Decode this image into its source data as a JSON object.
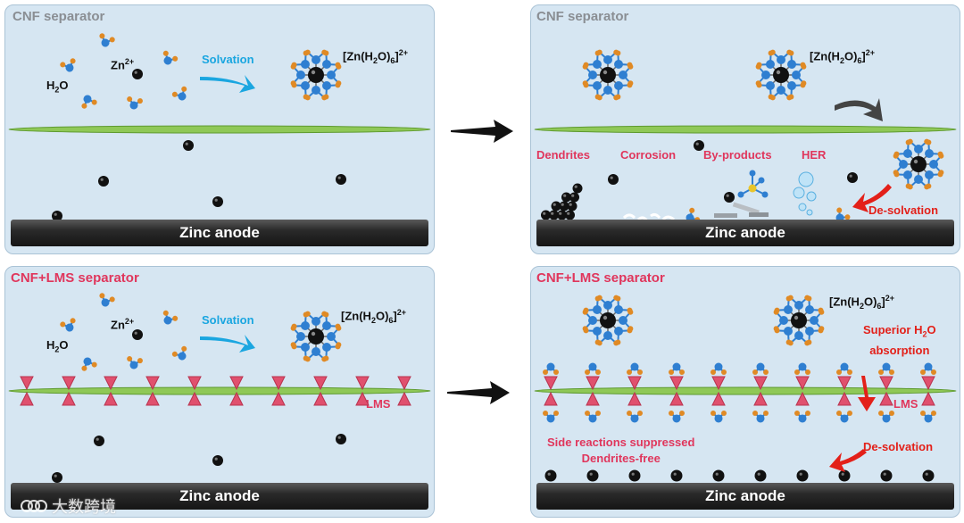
{
  "panels": {
    "top_left": {
      "title": "CNF separator",
      "ion": "Zn",
      "ion_charge": "2+",
      "water": "H",
      "water_sub": "2",
      "water_end": "O",
      "solvation": "Solvation",
      "complex": "[Zn(H",
      "complex_sub": "2",
      "complex_mid": "O)",
      "complex_sub2": "6",
      "complex_end": "]",
      "complex_charge": "2+",
      "anode": "Zinc anode"
    },
    "top_right": {
      "title": "CNF separator",
      "complex": "[Zn(H",
      "complex_sub": "2",
      "complex_mid": "O)",
      "complex_sub2": "6",
      "complex_end": "]",
      "complex_charge": "2+",
      "dendrites": "Dendrites",
      "corrosion": "Corrosion",
      "byproducts": "By-products",
      "her": "HER",
      "desolvation": "De-solvation",
      "anode": "Zinc anode"
    },
    "bottom_left": {
      "title": "CNF+LMS separator",
      "ion": "Zn",
      "ion_charge": "2+",
      "water": "H",
      "water_sub": "2",
      "water_end": "O",
      "solvation": "Solvation",
      "complex": "[Zn(H",
      "complex_sub": "2",
      "complex_mid": "O)",
      "complex_sub2": "6",
      "complex_end": "]",
      "complex_charge": "2+",
      "lms": "LMS",
      "anode": "Zinc anode"
    },
    "bottom_right": {
      "title": "CNF+LMS separator",
      "complex": "[Zn(H",
      "complex_sub": "2",
      "complex_mid": "O)",
      "complex_sub2": "6",
      "complex_end": "]",
      "complex_charge": "2+",
      "superior_1": "Superior H",
      "superior_sub": "2",
      "superior_end": "O",
      "superior_2": "absorption",
      "lms": "LMS",
      "desolvation": "De-solvation",
      "side_reactions": "Side reactions suppressed",
      "dendrites_free": "Dendrites-free",
      "anode": "Zinc anode"
    }
  },
  "watermark": "大数跨境",
  "colors": {
    "separator": "#8fc857",
    "lms": "#e0506e",
    "water_o": "#2f7fd1",
    "water_h": "#e08a25",
    "zn": "#111111",
    "accent_red": "#e32019",
    "accent_cyan": "#1aa6e0"
  }
}
